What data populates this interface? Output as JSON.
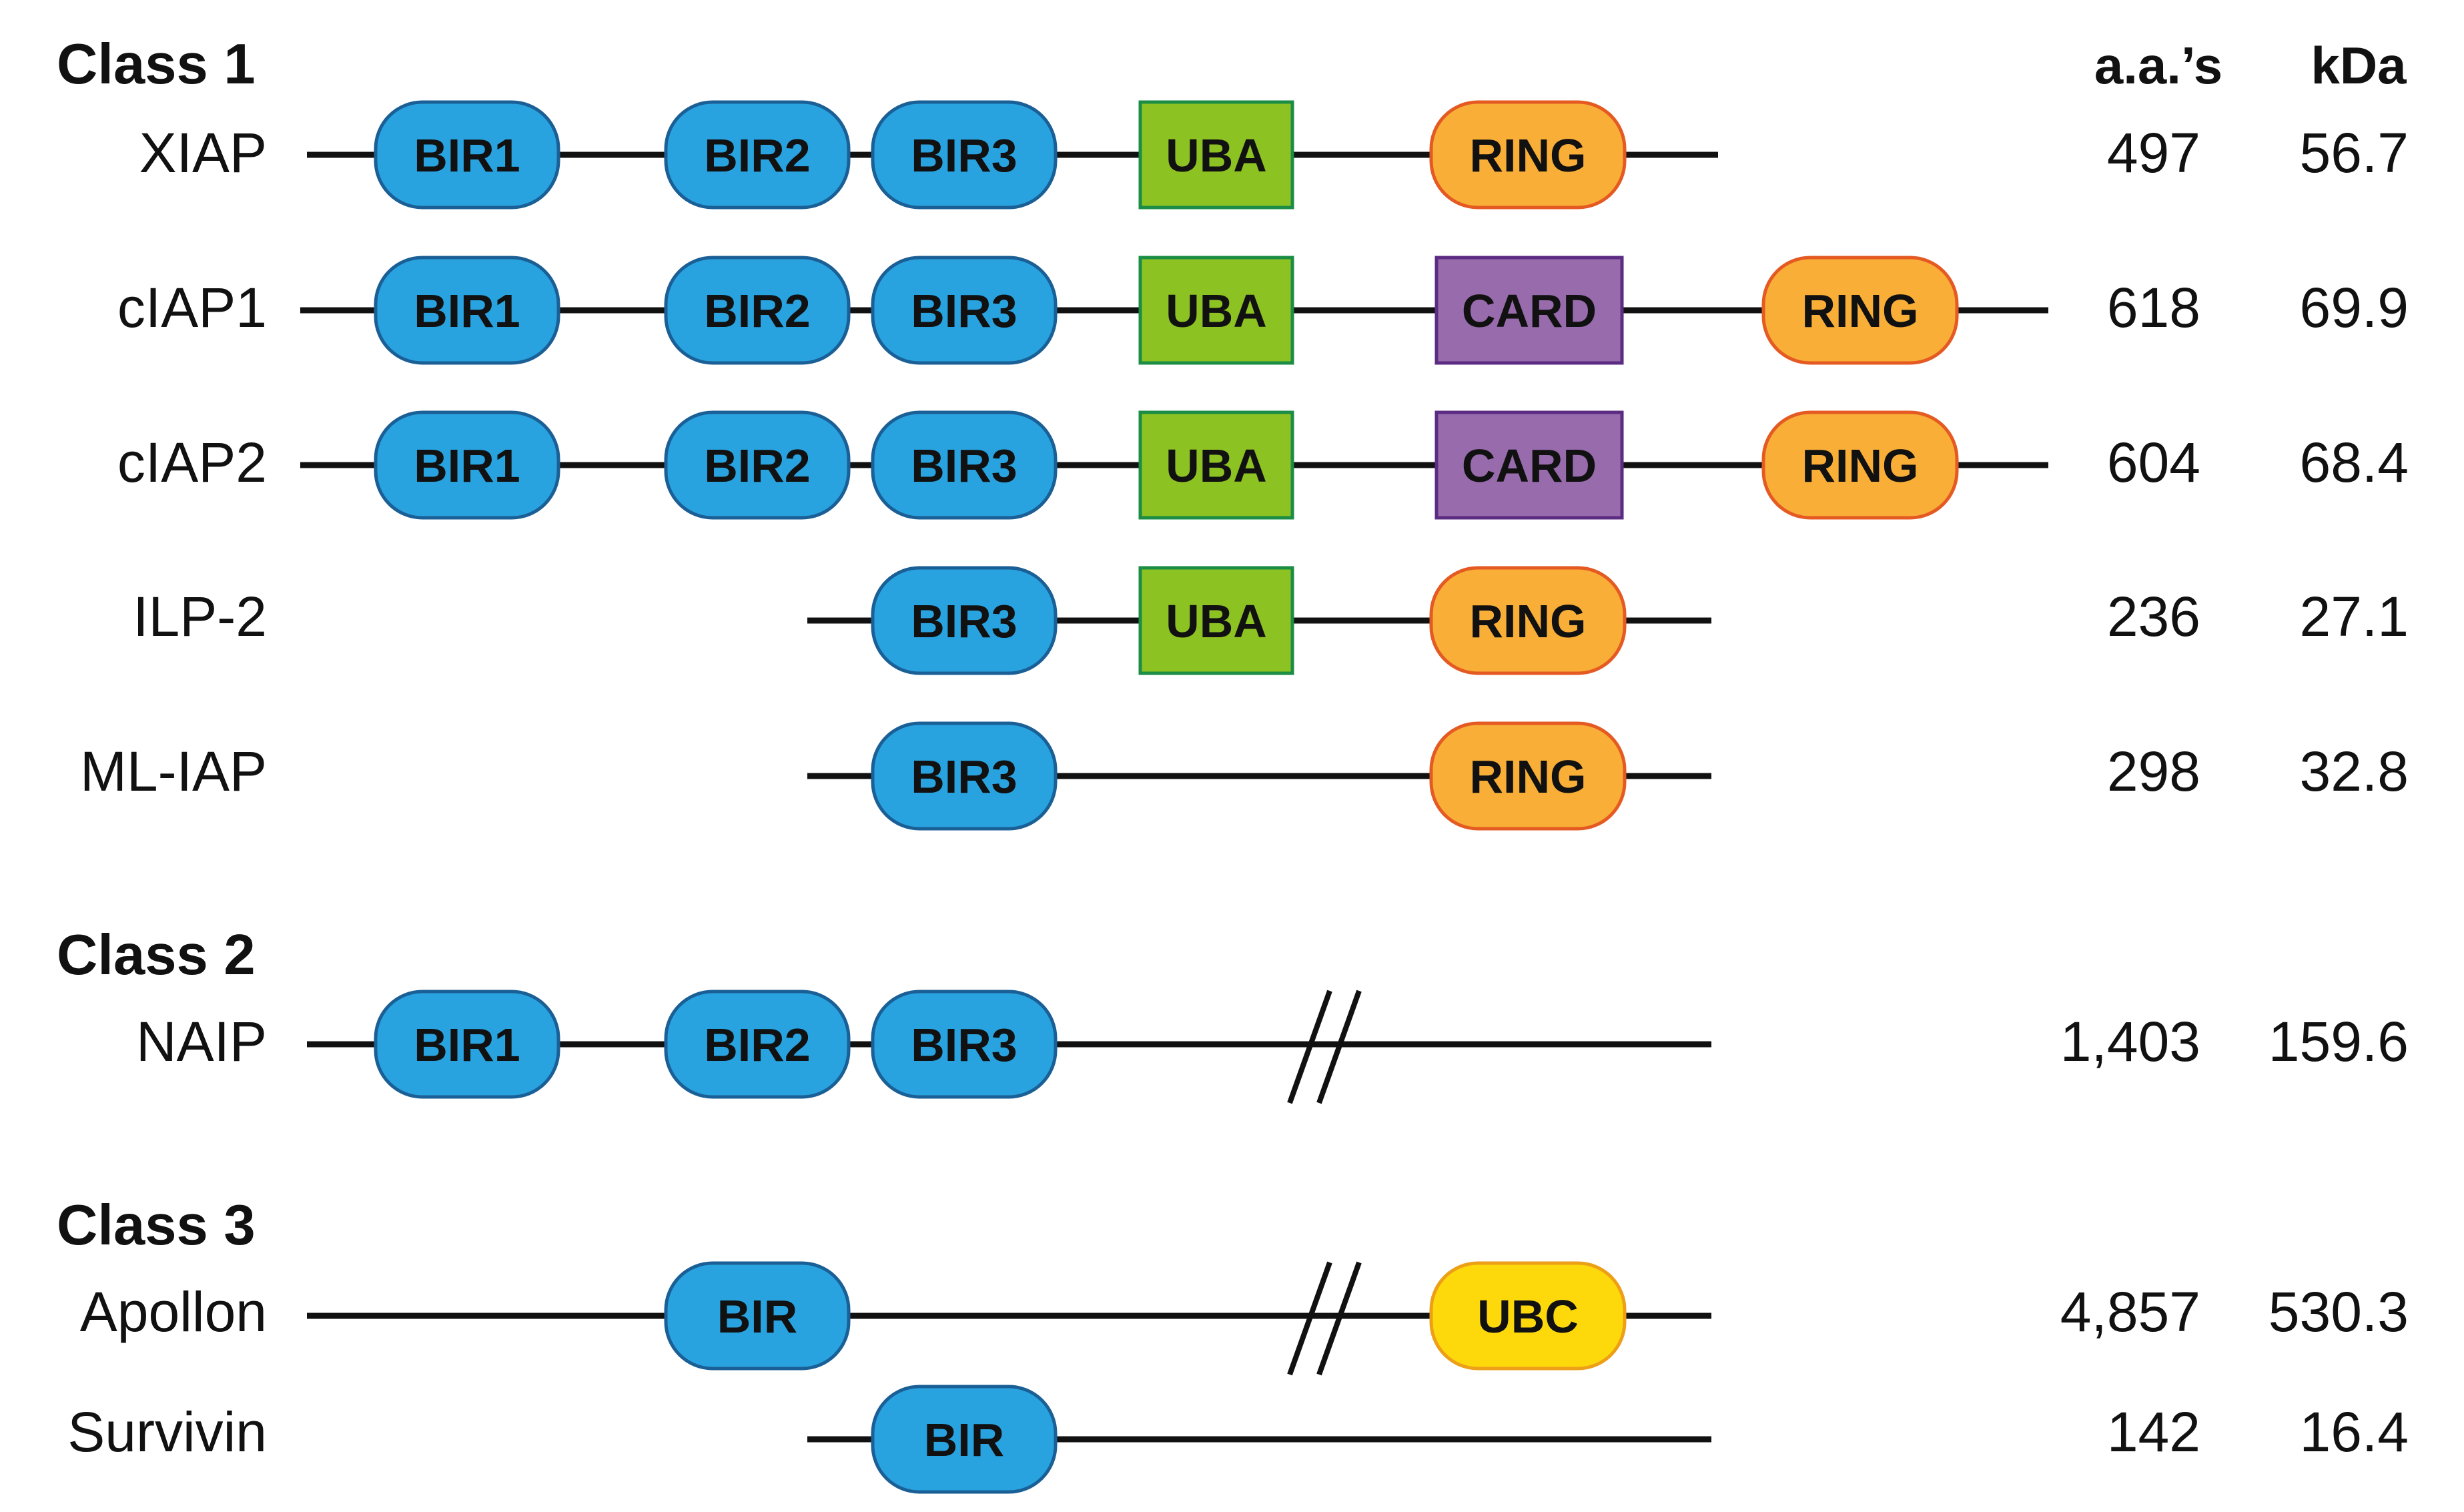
{
  "columns": {
    "aa": "a.a.’s",
    "kda": "kDa"
  },
  "colors": {
    "BIR": {
      "fill": "#29a3e0",
      "stroke": "#1a5f95"
    },
    "UBA": {
      "fill": "#8dc223",
      "stroke": "#1b8d44"
    },
    "CARD": {
      "fill": "#976bac",
      "stroke": "#5b2c82"
    },
    "RING": {
      "fill": "#f8ae37",
      "stroke": "#e45a22"
    },
    "UBC": {
      "fill": "#fdd80b",
      "stroke": "#ec9f17"
    }
  },
  "classes": [
    {
      "label": "Class 1",
      "proteins": [
        {
          "name": "XIAP",
          "aa": "497",
          "kda": "56.7",
          "domains": [
            "BIR1",
            "BIR2",
            "BIR3",
            "UBA",
            "RING"
          ]
        },
        {
          "name": "cIAP1",
          "aa": "618",
          "kda": "69.9",
          "domains": [
            "BIR1",
            "BIR2",
            "BIR3",
            "UBA",
            "CARD",
            "RING"
          ]
        },
        {
          "name": "cIAP2",
          "aa": "604",
          "kda": "68.4",
          "domains": [
            "BIR1",
            "BIR2",
            "BIR3",
            "UBA",
            "CARD",
            "RING"
          ]
        },
        {
          "name": "ILP-2",
          "aa": "236",
          "kda": "27.1",
          "domains": [
            "BIR3",
            "UBA",
            "RING"
          ]
        },
        {
          "name": "ML-IAP",
          "aa": "298",
          "kda": "32.8",
          "domains": [
            "BIR3",
            "RING"
          ]
        }
      ]
    },
    {
      "label": "Class 2",
      "proteins": [
        {
          "name": "NAIP",
          "aa": "1,403",
          "kda": "159.6",
          "domains": [
            "BIR1",
            "BIR2",
            "BIR3"
          ],
          "truncated": true
        }
      ]
    },
    {
      "label": "Class 3",
      "proteins": [
        {
          "name": "Apollon",
          "aa": "4,857",
          "kda": "530.3",
          "domains": [
            "BIR",
            "UBC"
          ],
          "truncated": true
        },
        {
          "name": "Survivin",
          "aa": "142",
          "kda": "16.4",
          "domains": [
            "BIR"
          ]
        }
      ]
    }
  ]
}
